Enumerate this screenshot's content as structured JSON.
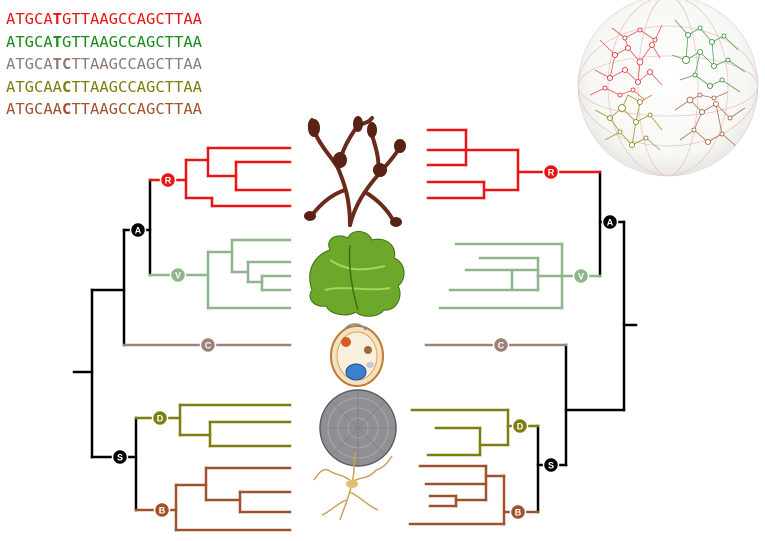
{
  "sequences": [
    {
      "pre": "ATGCA",
      "mid": "T",
      "post": "GTTAAGCCAGCTTAA",
      "color": "#e81515"
    },
    {
      "pre": "ATGCA",
      "mid": "T",
      "post": "GTTAAGCCAGCTTAA",
      "color": "#1b8a1b"
    },
    {
      "pre": "ATGCA",
      "mid": "TC",
      "post": "TTAAGCCAGCTTAA",
      "color": "#8e7b72"
    },
    {
      "pre": "ATGCAA",
      "mid": "C",
      "post": "TTAAGCCAGCTTAA",
      "color": "#7e7e10"
    },
    {
      "pre": "ATGCAA",
      "mid": "C",
      "post": "TTAAGCCAGCTTAA",
      "color": "#a0522d"
    }
  ],
  "colors": {
    "red": "#e81515",
    "green_light": "#8fb58a",
    "brown_gray": "#9c8178",
    "olive": "#7e7e10",
    "brown": "#a0522d",
    "black": "#000000"
  },
  "nodes": {
    "R": "R",
    "V": "V",
    "C": "C",
    "A": "A",
    "S": "S",
    "D": "D",
    "B": "B"
  },
  "images": [
    {
      "name": "red-algae",
      "icon": "red-seaweed-image"
    },
    {
      "name": "green-algae",
      "icon": "green-seaweed-image"
    },
    {
      "name": "cryptophyte",
      "icon": "cell-image"
    },
    {
      "name": "diatom",
      "icon": "diatom-disc-image"
    },
    {
      "name": "filamentous-alga",
      "icon": "filament-image"
    }
  ],
  "network_sphere": {
    "icon": "network-sphere-image"
  }
}
